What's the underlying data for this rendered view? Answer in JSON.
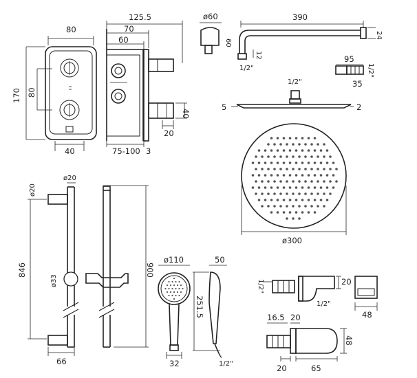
{
  "valve_front": {
    "width": "80",
    "height": "170",
    "spacing": "80",
    "base": "40"
  },
  "valve_side": {
    "depth_total": "125.5",
    "depth_body": "70",
    "depth_inner": "60",
    "depth_range": "75-100",
    "plate": "3",
    "outlet_h": "40",
    "outlet_w": "20"
  },
  "wall_outlet": {
    "dia": "ø60"
  },
  "shower_arm": {
    "length": "390",
    "drop": "60",
    "height": "24",
    "offset": "12",
    "thread": "1/2\""
  },
  "arm_bracket": {
    "length": "95",
    "height": "35",
    "thread": "1/2\""
  },
  "shower_head_side": {
    "thread": "1/2\"",
    "left_edge": "5",
    "right_edge": "2"
  },
  "shower_head_top": {
    "dia": "ø300"
  },
  "rail": {
    "dia_top": "ø20",
    "dia_side": "ø20",
    "length": "846",
    "slider_dia": "ø33",
    "base": "66",
    "total": "900"
  },
  "handset": {
    "dia": "ø110",
    "depth": "50",
    "length": "251.5",
    "base": "32",
    "thread": "1/2\""
  },
  "elbow_top": {
    "thread_in": "1/2\"",
    "thread_out": "1/2\"",
    "height": "20",
    "width": "48"
  },
  "elbow_bottom": {
    "a": "16.5",
    "b": "20",
    "c": "20",
    "d": "65",
    "e": "48"
  }
}
